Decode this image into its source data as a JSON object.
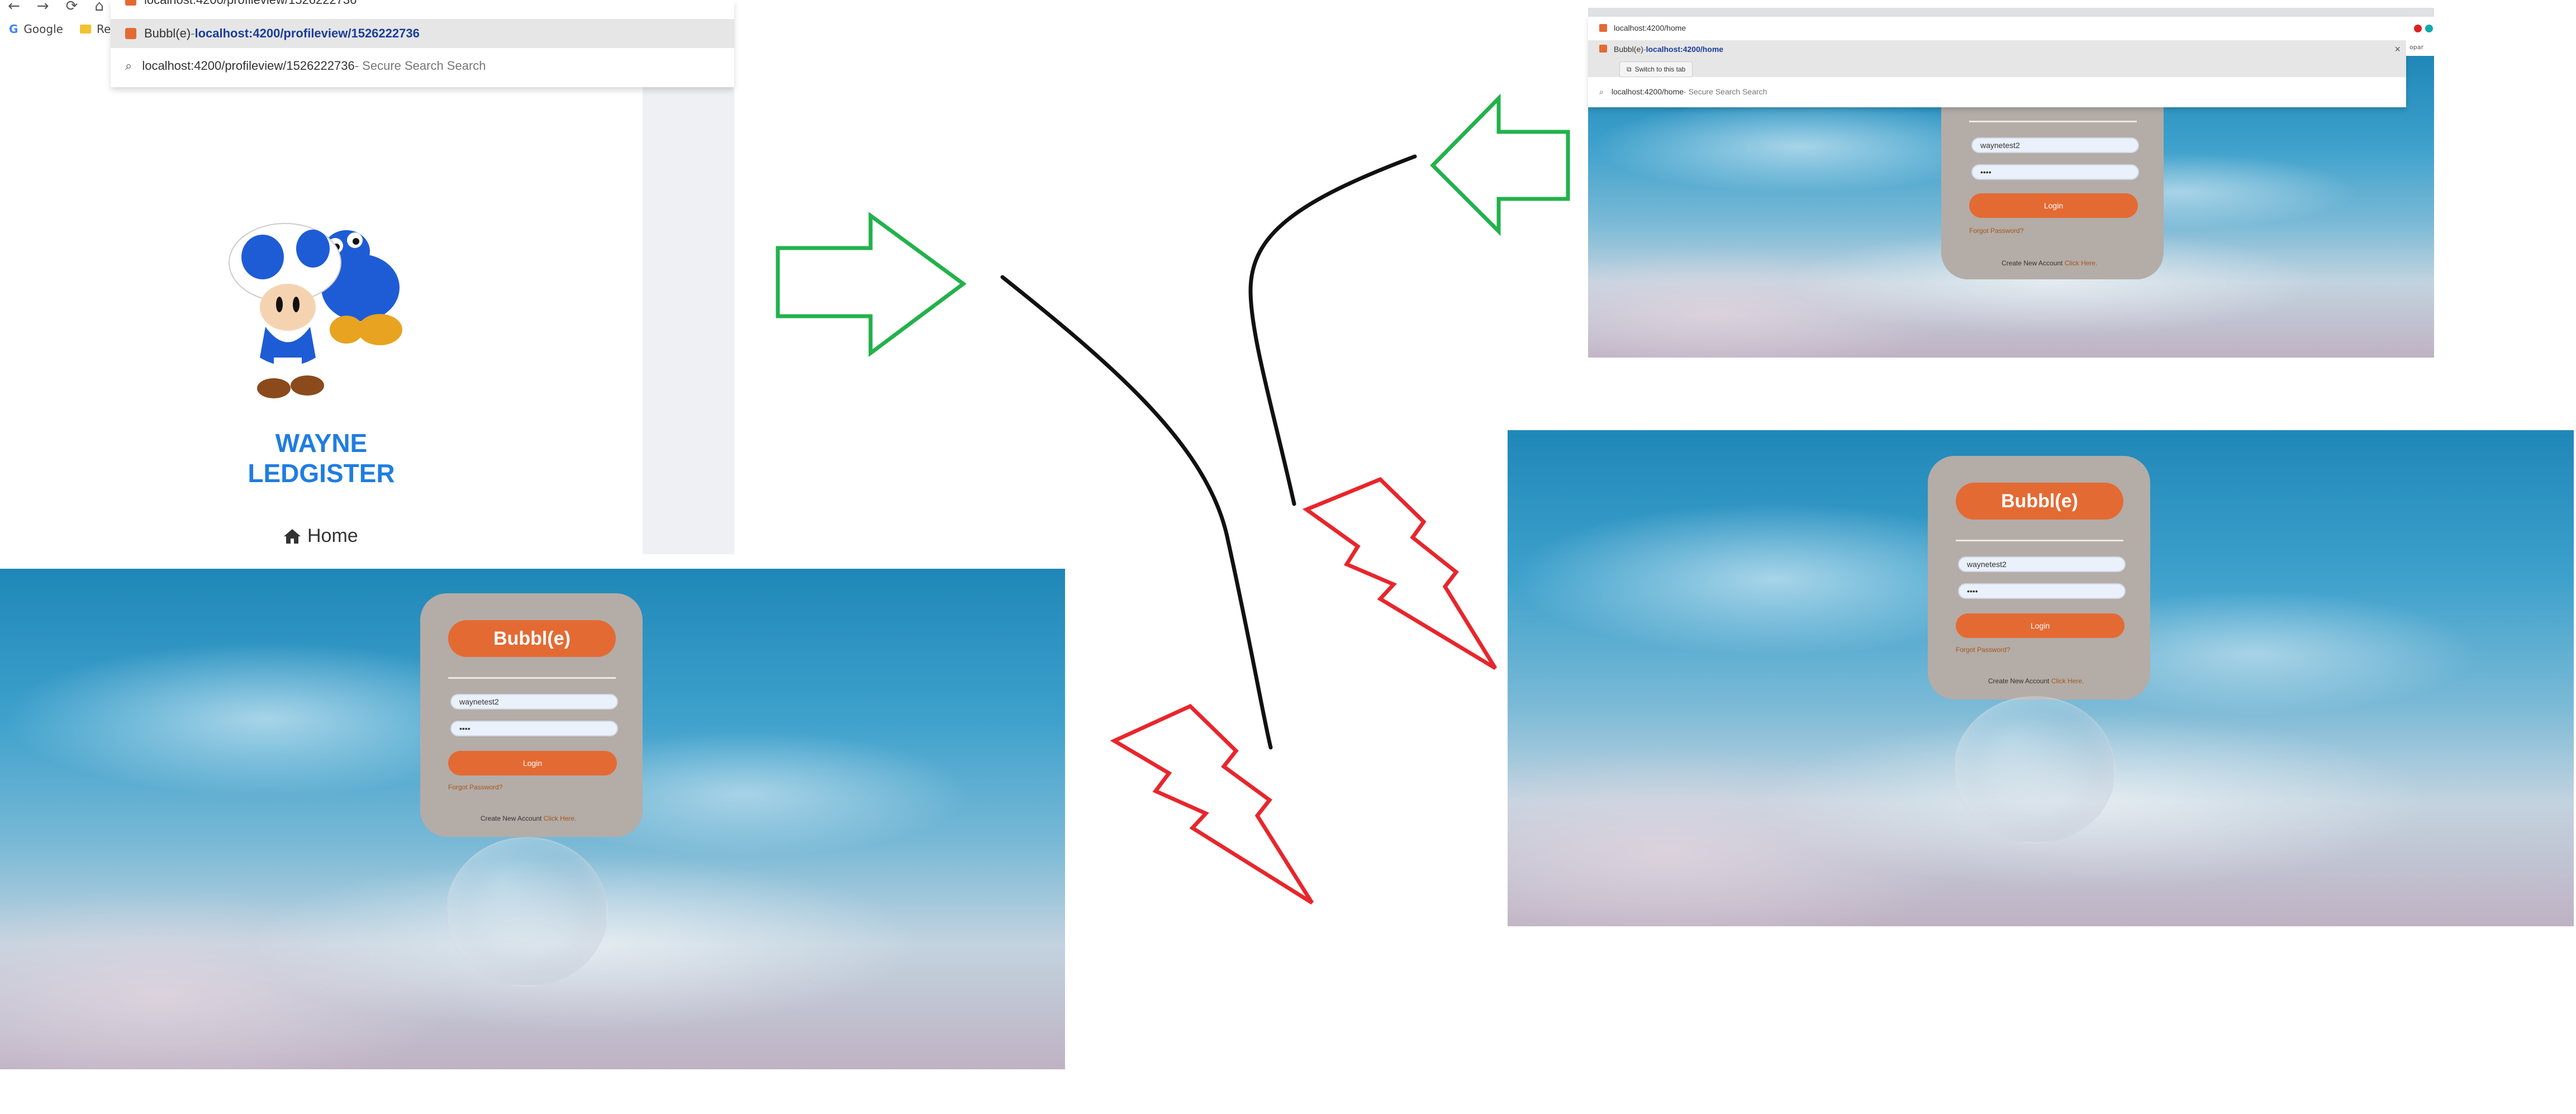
{
  "left_browser": {
    "address_partial": "localhost:4200/profileview/1526222736",
    "nav_icons": [
      "back-icon",
      "forward-icon",
      "reload-icon",
      "home-icon"
    ],
    "bookmarks": [
      {
        "label": "Google",
        "icon": "google-icon"
      },
      {
        "label": "Re",
        "icon": "folder-icon"
      }
    ],
    "suggestions": [
      {
        "title": "Bubbl(e)",
        "sep": " - ",
        "url": "localhost:4200/profileview/1526222736"
      },
      {
        "text": "localhost:4200/profileview/1526222736",
        "suffix": " - Secure Search Search"
      }
    ],
    "profile": {
      "name": "WAYNE LEDGISTER",
      "nav_home": "Home"
    }
  },
  "right_top_browser": {
    "address": "localhost:4200/home",
    "suggestion": {
      "title": "Bubbl(e)",
      "sep": " - ",
      "url": "localhost:4200/home"
    },
    "switch_tab": "Switch to this tab",
    "search_suggestion": {
      "text": "localhost:4200/home",
      "suffix": " - Secure Search Search"
    },
    "strip_fragment": "opar"
  },
  "login": {
    "logo": "Bubbl(e)",
    "username": "waynetest2",
    "password": "••••",
    "login_button": "Login",
    "forgot": "Forgot Password?",
    "create_text": "Create New Account ",
    "create_link": "Click Here."
  },
  "colors": {
    "accent": "#e46a33",
    "card": "#b4aca7",
    "name": "#1f7de0",
    "green_arrow": "#22b24c",
    "red_bolt": "#e8262c",
    "flow_line": "#111111"
  }
}
